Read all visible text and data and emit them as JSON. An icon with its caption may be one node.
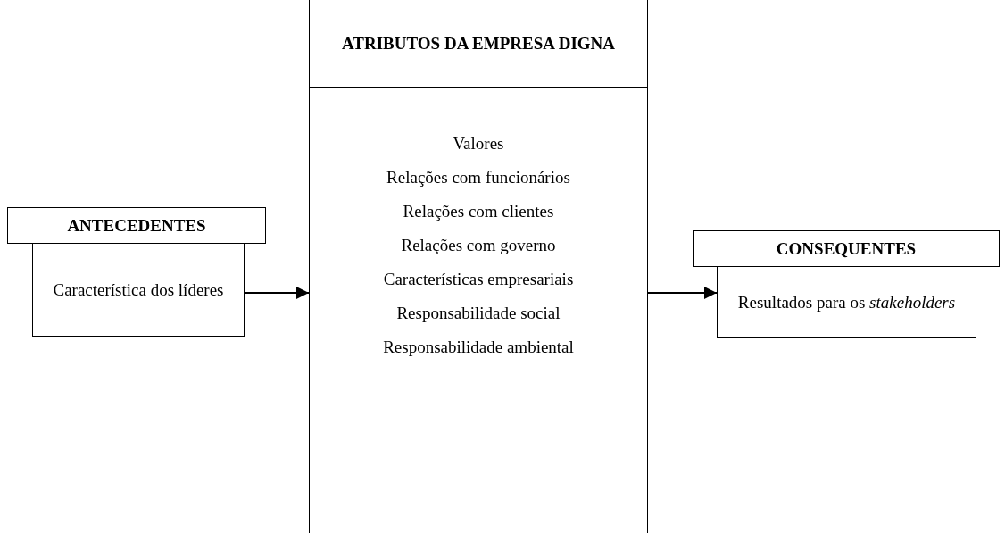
{
  "diagram": {
    "nodes": [
      {
        "text": [
          "ANTECEDENTES"
        ]
      },
      {
        "text": [
          "Característica dos líderes"
        ]
      },
      {
        "text": [
          "ATRIBUTOS DA EMPRESA DIGNA"
        ]
      },
      {
        "text": [
          "Valores",
          "Relações com funcionários",
          "Relações com clientes",
          "Relações com governo",
          "Características empresariais",
          "Responsabilidade social",
          "Responsabilidade ambiental"
        ]
      },
      {
        "text": [
          "CONSEQUENTES"
        ]
      },
      {
        "text": [
          "Resultados para os *stakeholders*"
        ]
      }
    ],
    "edges": [
      {
        "from": 1,
        "to": 3,
        "arrow": "to"
      },
      {
        "from": 3,
        "to": 5,
        "arrow": "to"
      }
    ]
  }
}
